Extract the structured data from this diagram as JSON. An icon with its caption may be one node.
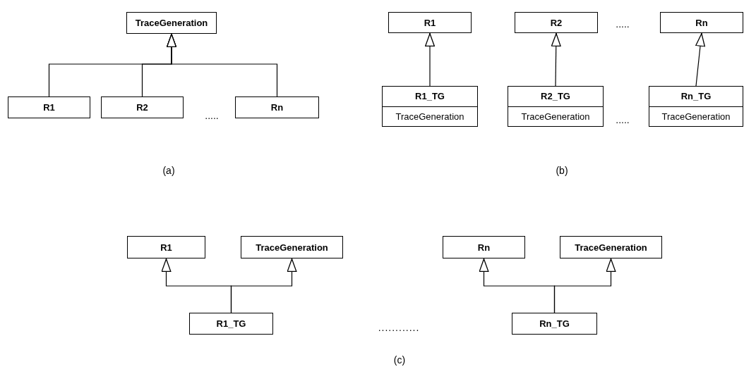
{
  "diagram": {
    "nodes": [
      {
        "text": [
          "TraceGeneration"
        ]
      },
      {
        "text": [
          "R1"
        ]
      },
      {
        "text": [
          "R2"
        ]
      },
      {
        "text": [
          "Rn"
        ]
      },
      {
        "text": [
          "R1"
        ]
      },
      {
        "text": [
          "R2"
        ]
      },
      {
        "text": [
          "Rn"
        ]
      },
      {
        "text": [
          "R1_TG",
          "TraceGeneration"
        ]
      },
      {
        "text": [
          "R2_TG",
          "TraceGeneration"
        ]
      },
      {
        "text": [
          "Rn_TG",
          "TraceGeneration"
        ]
      },
      {
        "text": [
          "R1"
        ]
      },
      {
        "text": [
          "TraceGeneration"
        ]
      },
      {
        "text": [
          "Rn"
        ]
      },
      {
        "text": [
          "TraceGeneration"
        ]
      },
      {
        "text": [
          "R1_TG"
        ]
      },
      {
        "text": [
          "Rn_TG"
        ]
      }
    ],
    "edges": [
      {
        "from": 1,
        "to": 0,
        "arrow": "to"
      },
      {
        "from": 2,
        "to": 0,
        "arrow": "to"
      },
      {
        "from": 3,
        "to": 0,
        "arrow": "to"
      },
      {
        "from": 7,
        "to": 4,
        "arrow": "to"
      },
      {
        "from": 8,
        "to": 5,
        "arrow": "to"
      },
      {
        "from": 9,
        "to": 6,
        "arrow": "to"
      },
      {
        "from": 14,
        "to": 10,
        "arrow": "to"
      },
      {
        "from": 14,
        "to": 11,
        "arrow": "to"
      },
      {
        "from": 15,
        "to": 12,
        "arrow": "to"
      },
      {
        "from": 15,
        "to": 13,
        "arrow": "to"
      }
    ],
    "labels": [
      ".....",
      ".....",
      ".....",
      "(a)",
      "(b)",
      "............",
      "(c)"
    ]
  }
}
